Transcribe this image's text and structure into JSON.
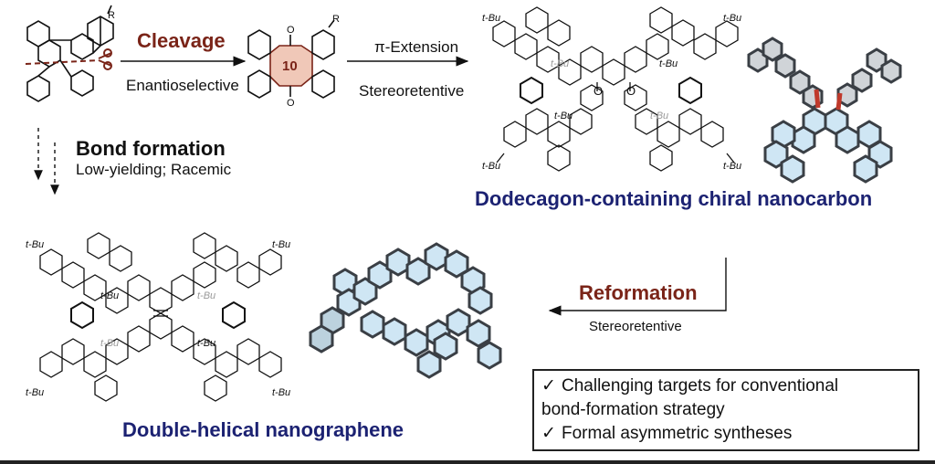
{
  "labels": {
    "cleavage": "Cleavage",
    "enantioselective": "Enantioselective",
    "pi_extension": "π-Extension",
    "stereoretentive_top": "Stereoretentive",
    "bond_formation": "Bond formation",
    "low_yielding": "Low-yielding; Racemic",
    "dodecagon_title": "Dodecagon-containing chiral nanocarbon",
    "reformation": "Reformation",
    "stereoretentive_bottom": "Stereoretentive",
    "double_helical_title": "Double-helical nanographene"
  },
  "atoms": {
    "r": "R",
    "o": "O",
    "ring_size": "10",
    "tbu": "t-Bu"
  },
  "box": {
    "check_mark": "✓",
    "item1_line1": "Challenging targets for conventional",
    "item1_line2": "bond-formation strategy",
    "item2": "Formal asymmetric syntheses"
  },
  "colors": {
    "cleavage_red": "#7a2418",
    "title_navy": "#1c2272",
    "ring_fill": "#f0c8b8",
    "model_fill": "#cfe6f4",
    "model_stroke": "#3a3f45"
  }
}
